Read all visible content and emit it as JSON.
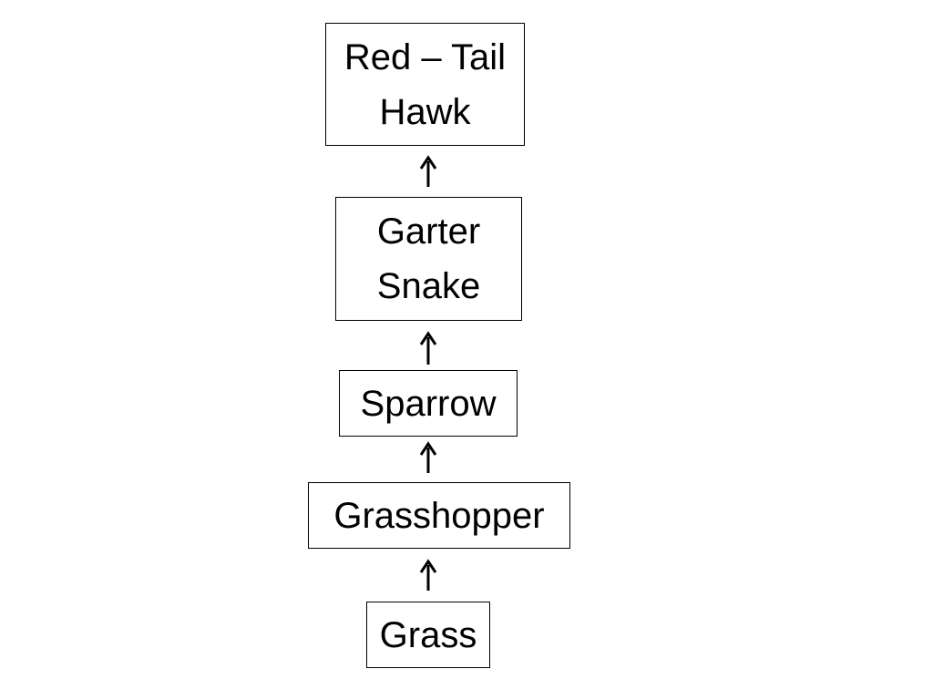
{
  "food_chain": {
    "nodes": [
      {
        "label": "Red – Tail\nHawk"
      },
      {
        "label": "Garter\nSnake"
      },
      {
        "label": "Sparrow"
      },
      {
        "label": "Grasshopper"
      },
      {
        "label": "Grass"
      }
    ],
    "edges": [
      {
        "from": "Grass",
        "to": "Grasshopper"
      },
      {
        "from": "Grasshopper",
        "to": "Sparrow"
      },
      {
        "from": "Sparrow",
        "to": "Garter Snake"
      },
      {
        "from": "Garter Snake",
        "to": "Red – Tail Hawk"
      }
    ],
    "colors": {
      "stroke": "#000000",
      "background": "#ffffff"
    }
  }
}
